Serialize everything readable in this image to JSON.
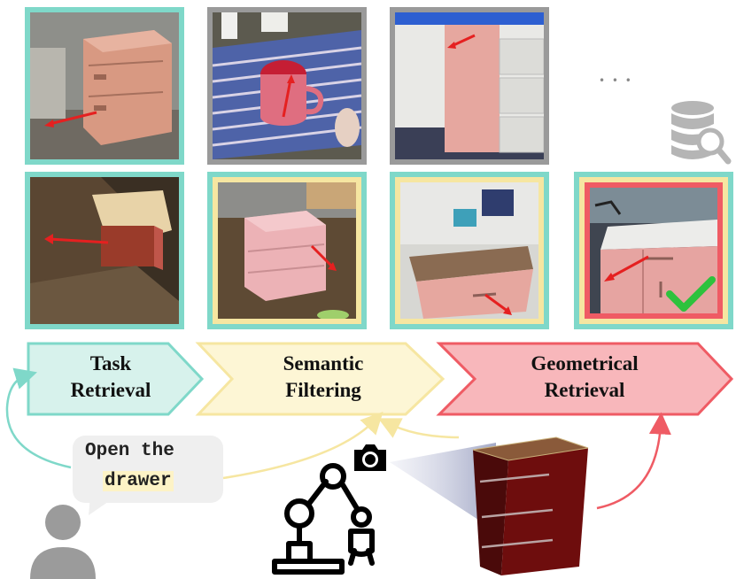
{
  "stages": {
    "task_retrieval": {
      "line1": "Task",
      "line2": "Retrieval"
    },
    "semantic_filtering": {
      "line1": "Semantic",
      "line2": "Filtering"
    },
    "geometrical_retrieval": {
      "line1": "Geometrical",
      "line2": "Retrieval"
    }
  },
  "instruction": {
    "line1": "Open the",
    "line2": "drawer"
  },
  "ellipsis": "• • •",
  "colors": {
    "task": "#7fd8c9",
    "task_fill": "#d7f2ec",
    "semantic": "#f6e6a1",
    "semantic_fill": "#fdf6d5",
    "geometric": "#ef5b64",
    "geometric_fill": "#f8b7bb",
    "retrieved_border": "#9a9a9a",
    "check": "#2ec23d"
  },
  "icons": [
    "database-search-icon",
    "camera-icon",
    "person-icon",
    "robot-arm-icon",
    "checkmark-icon"
  ]
}
